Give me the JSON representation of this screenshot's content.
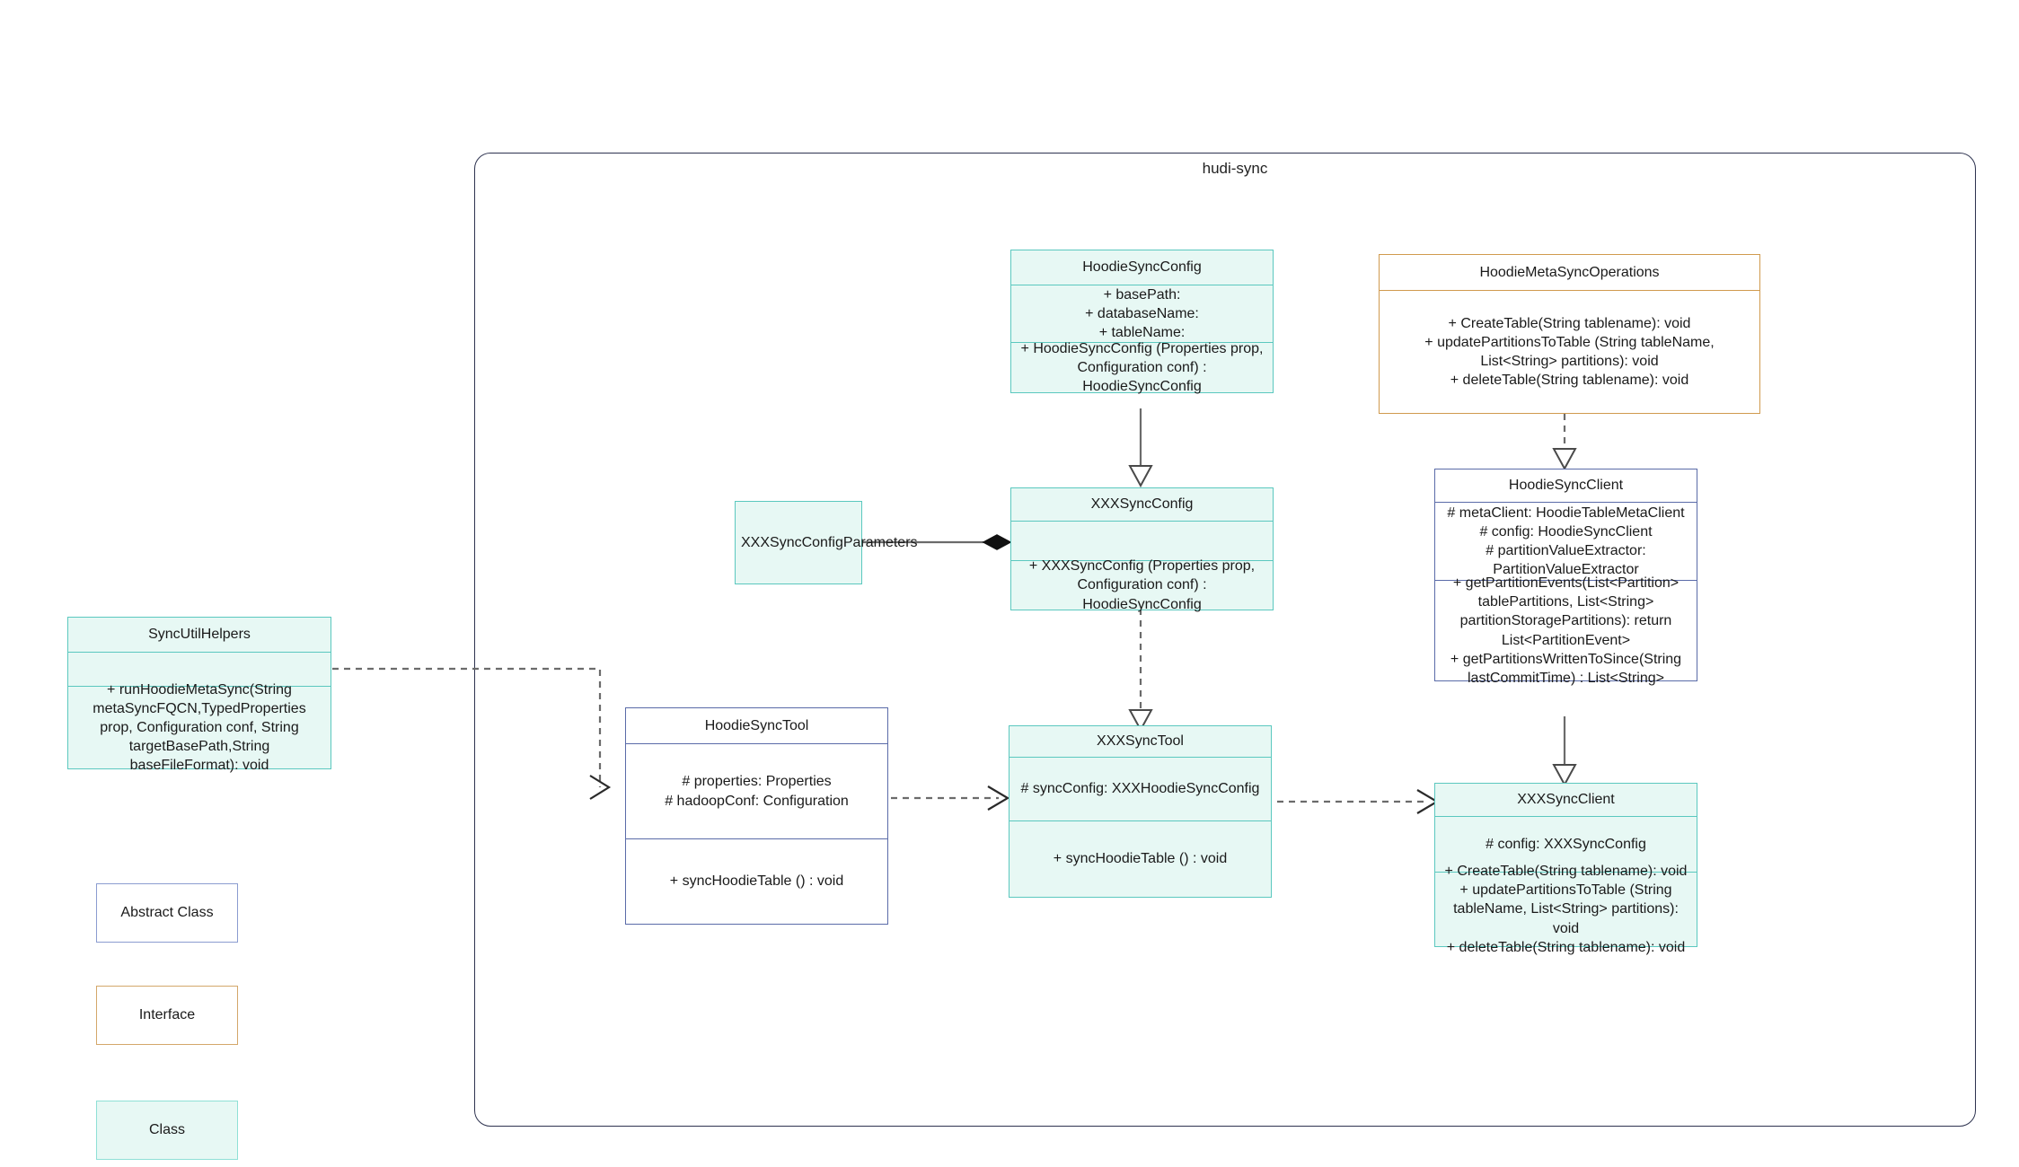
{
  "package": {
    "title": "hudi-sync"
  },
  "classes": {
    "hoodie_sync_config": {
      "name": "HoodieSyncConfig",
      "attributes": [
        "+   basePath:",
        "+   databaseName:",
        "+   tableName:"
      ],
      "methods": [
        "+   HoodieSyncConfig (Properties prop, Configuration conf) : HoodieSyncConfig"
      ],
      "stereotype": "class"
    },
    "hoodie_meta_sync_operations": {
      "name": "HoodieMetaSyncOperations",
      "methods": [
        "+   CreateTable(String tablename): void",
        "+   updatePartitionsToTable (String tableName, List<String> partitions): void",
        "+   deleteTable(String tablename): void"
      ],
      "stereotype": "interface"
    },
    "xxx_sync_config": {
      "name": "XXXSyncConfig",
      "attributes": [],
      "methods": [
        "+   XXXSyncConfig (Properties prop, Configuration conf) : HoodieSyncConfig"
      ],
      "stereotype": "class"
    },
    "xxx_sync_config_parameters": {
      "name": "XXXSyncConfigParameters",
      "stereotype": "class"
    },
    "hoodie_sync_client": {
      "name": "HoodieSyncClient",
      "attributes": [
        "#   metaClient: HoodieTableMetaClient",
        "#   config: HoodieSyncClient",
        "#   partitionValueExtractor: PartitionValueExtractor"
      ],
      "methods": [
        "+   getPartitionEvents(List<Partition> tablePartitions, List<String> partitionStoragePartitions): return List<PartitionEvent>",
        "+   getPartitionsWrittenToSince(String lastCommitTime) : List<String>"
      ],
      "stereotype": "abstract"
    },
    "hoodie_sync_tool": {
      "name": "HoodieSyncTool",
      "attributes": [
        "#   properties: Properties",
        "#   hadoopConf: Configuration"
      ],
      "methods": [
        "+   syncHoodieTable () : void"
      ],
      "stereotype": "abstract"
    },
    "xxx_sync_tool": {
      "name": "XXXSyncTool",
      "attributes": [
        "#   syncConfig: XXXHoodieSyncConfig"
      ],
      "methods": [
        "+   syncHoodieTable () : void"
      ],
      "stereotype": "class"
    },
    "xxx_sync_client": {
      "name": "XXXSyncClient",
      "attributes": [
        "#    config: XXXSyncConfig"
      ],
      "methods": [
        "+   CreateTable(String tablename): void",
        "+   updatePartitionsToTable (String tableName, List<String> partitions): void",
        "+   deleteTable(String tablename): void"
      ],
      "stereotype": "class"
    },
    "sync_util_helpers": {
      "name": "SyncUtilHelpers",
      "attributes": [],
      "methods": [
        "+    runHoodieMetaSync(String metaSyncFQCN,TypedProperties prop, Configuration conf, String targetBasePath,String baseFileFormat): void"
      ],
      "stereotype": "class"
    }
  },
  "legend": {
    "abstract_label": "Abstract Class",
    "interface_label": "Interface",
    "class_label": "Class"
  },
  "colors": {
    "class_fill": "#e7f8f4",
    "class_border": "#5bc8bf",
    "abstract_border": "#5a6ba8",
    "interface_border": "#d09a4e",
    "package_border": "#2e3350",
    "edge": "#6b6b6b"
  },
  "relationships": [
    {
      "from": "HoodieSyncConfig",
      "to": "XXXSyncConfig",
      "type": "generalization"
    },
    {
      "from": "HoodieMetaSyncOperations",
      "to": "HoodieSyncClient",
      "type": "realization"
    },
    {
      "from": "HoodieSyncClient",
      "to": "XXXSyncClient",
      "type": "generalization"
    },
    {
      "from": "XXXSyncConfig",
      "to": "XXXSyncTool",
      "type": "realization"
    },
    {
      "from": "XXXSyncConfigParameters",
      "to": "XXXSyncConfig",
      "type": "composition"
    },
    {
      "from": "SyncUtilHelpers",
      "to": "HoodieSyncTool",
      "type": "dependency"
    },
    {
      "from": "HoodieSyncTool",
      "to": "XXXSyncTool",
      "type": "dependency"
    },
    {
      "from": "XXXSyncTool",
      "to": "XXXSyncClient",
      "type": "dependency"
    }
  ]
}
